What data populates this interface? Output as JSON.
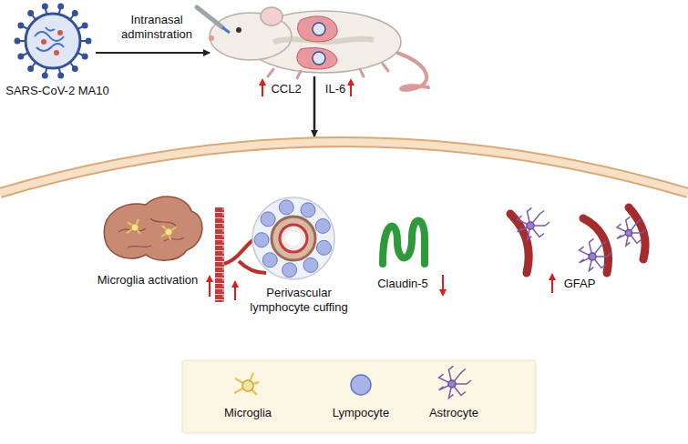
{
  "diagram": {
    "labels": [
      "SARS-CoV-2 MA10",
      "Intranasal adminstration",
      "CCL2",
      "IL-6",
      "Microglia activation",
      "Perivascular lymphocyte cuffing",
      "Claudin-5",
      "GFAP"
    ],
    "legend": [
      {
        "text": "Microglia"
      },
      {
        "text": "Lympocyte"
      },
      {
        "text": "Astrocyte"
      }
    ]
  }
}
